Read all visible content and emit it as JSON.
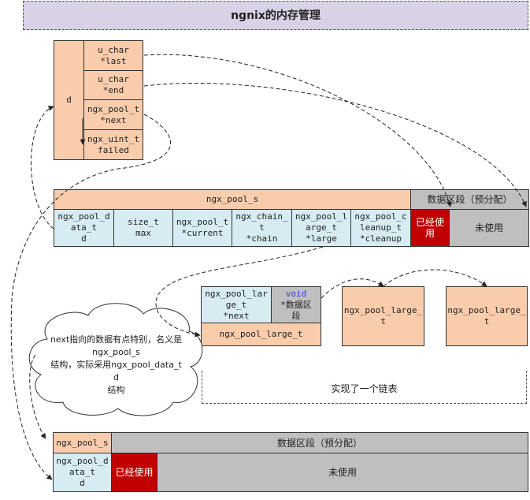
{
  "title": "ngnix的内存管理",
  "d_struct": {
    "label": "d",
    "fields": [
      "u_char\n*last",
      "u_char\n*end",
      "ngx_pool_t\n*next",
      "ngx_uint_t\nfailed"
    ]
  },
  "pool": {
    "header": "ngx_pool_s",
    "data_header": "数据区段（预分配）",
    "fields": [
      "ngx_pool_d\nata_t\nd",
      "size_t\nmax",
      "ngx_pool_t\n*current",
      "ngx_chain_\nt\n*chain",
      "ngx_pool_l\narge_t\n*large",
      "ngx_pool_c\nleanup_t\n*cleanup"
    ],
    "used": "已经使\n用",
    "unused": "未使用"
  },
  "large": {
    "next_field": "ngx_pool_lar\nge_t\n*next",
    "void_word": "void",
    "data_field": "*数据区\n段",
    "label": "ngx_pool_large_t",
    "boxes": [
      "ngx_pool_large_\nt",
      "ngx_pool_large_\nt"
    ],
    "list_caption": "实现了一个链表"
  },
  "cloud": {
    "text": "next指向的数据有点特别，名义是\nngx_pool_s\n结构，实际采用ngx_pool_data_t\nd\n结构"
  },
  "pool2": {
    "header": "ngx_pool_s",
    "data_header": "数据区段（预分配）",
    "field": "ngx_pool_d\nata_t\nd",
    "used": "已经使用",
    "unused": "未使用"
  }
}
